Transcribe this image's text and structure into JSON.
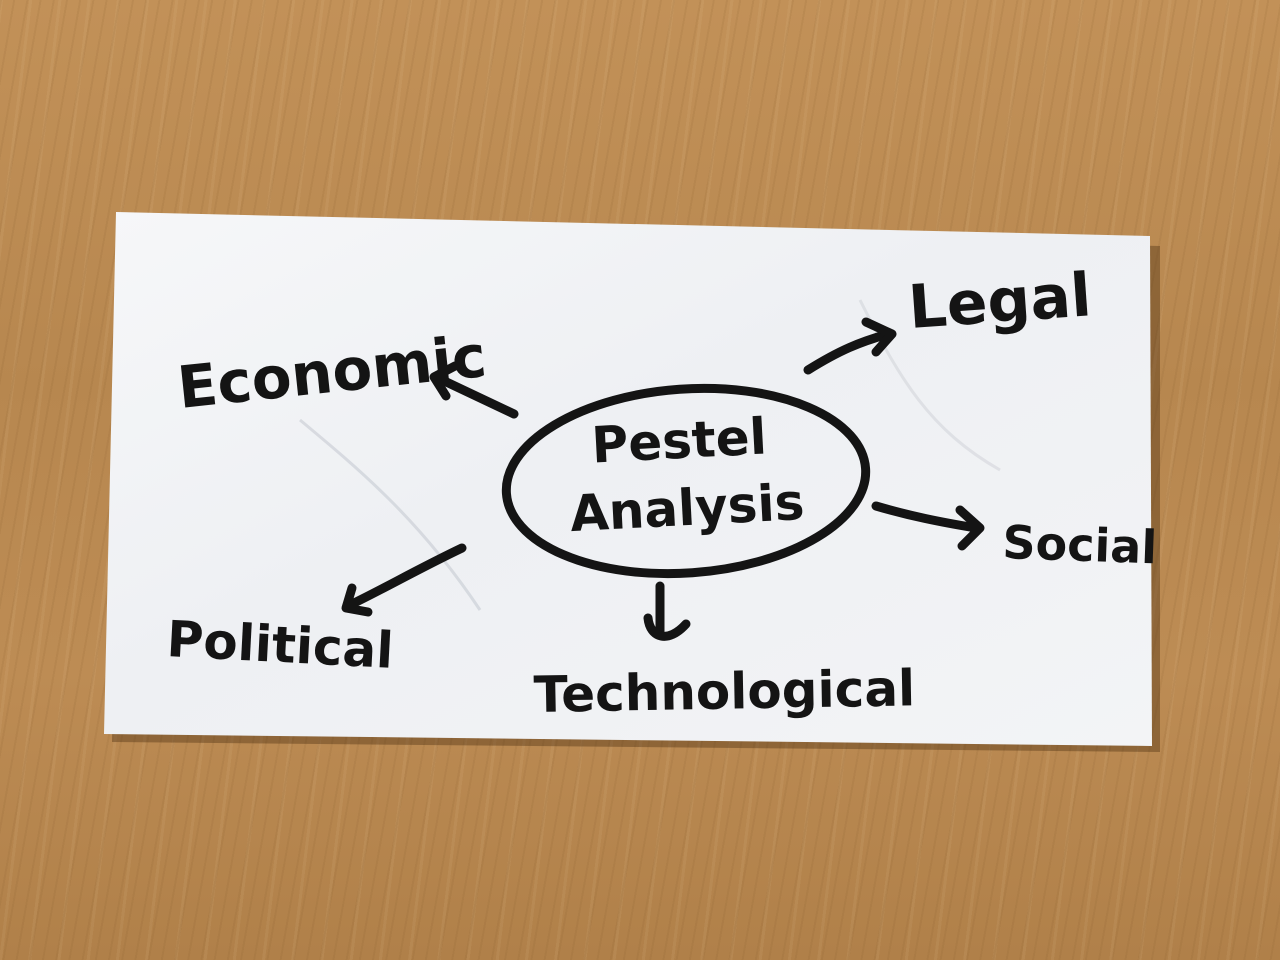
{
  "diagram": {
    "center": {
      "line1": "Pestel",
      "line2": "Analysis"
    },
    "nodes": {
      "economic": "Economic",
      "legal": "Legal",
      "social": "Social",
      "political": "Political",
      "technological": "Technological"
    }
  },
  "colors": {
    "ink": "#141414",
    "paper": "#f4f5f7",
    "table": "#b98a52"
  }
}
